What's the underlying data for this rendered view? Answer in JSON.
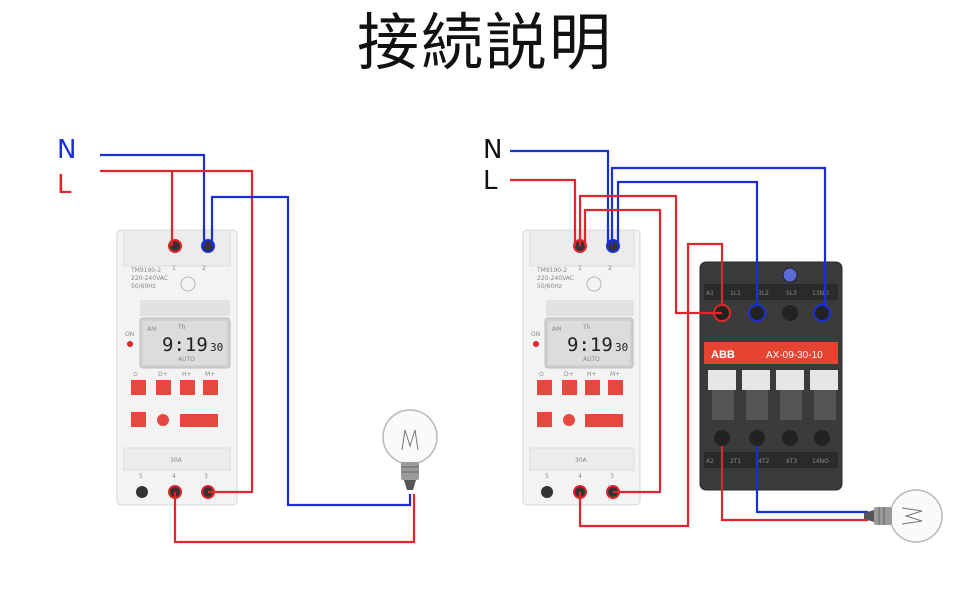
{
  "title": "接続説明",
  "colors": {
    "neutral": "#1a2fd6",
    "live": "#e0262b",
    "accent": "#e8473f"
  },
  "left": {
    "n_label": "N",
    "l_label": "L",
    "timer": {
      "model": "TM9190-2",
      "voltage": "220-240VAC",
      "freq": "50/60Hz",
      "term_1": "1",
      "term_2": "2",
      "on_label": "ON",
      "day": "Th",
      "ampm": "AM",
      "time": "9:19",
      "seconds": "30",
      "mode": "AUTO",
      "btn_labels": [
        "⏻",
        "D+",
        "H+",
        "M+"
      ],
      "current": "30A",
      "term_5": "5",
      "term_4": "4",
      "term_3": "3"
    },
    "lamp_icon": "light-bulb-icon"
  },
  "right": {
    "n_label": "N",
    "l_label": "L",
    "timer": {
      "model": "TM9190-2",
      "voltage": "220-240VAC",
      "freq": "50/60Hz",
      "term_1": "1",
      "term_2": "2",
      "on_label": "ON",
      "day": "Th",
      "ampm": "AM",
      "time": "9:19",
      "seconds": "30",
      "mode": "AUTO",
      "btn_labels": [
        "⏻",
        "D+",
        "H+",
        "M+"
      ],
      "current": "30A",
      "term_5": "5",
      "term_4": "4",
      "term_3": "3"
    },
    "contactor": {
      "brand": "ABB",
      "model": "AX-09-30-10",
      "top_terms": [
        "A1",
        "1L1",
        "3L2",
        "5L3",
        "13NO"
      ],
      "bottom_terms": [
        "A2",
        "2T1",
        "4T2",
        "6T3",
        "14NO"
      ]
    },
    "lamp_icon": "light-bulb-icon"
  }
}
